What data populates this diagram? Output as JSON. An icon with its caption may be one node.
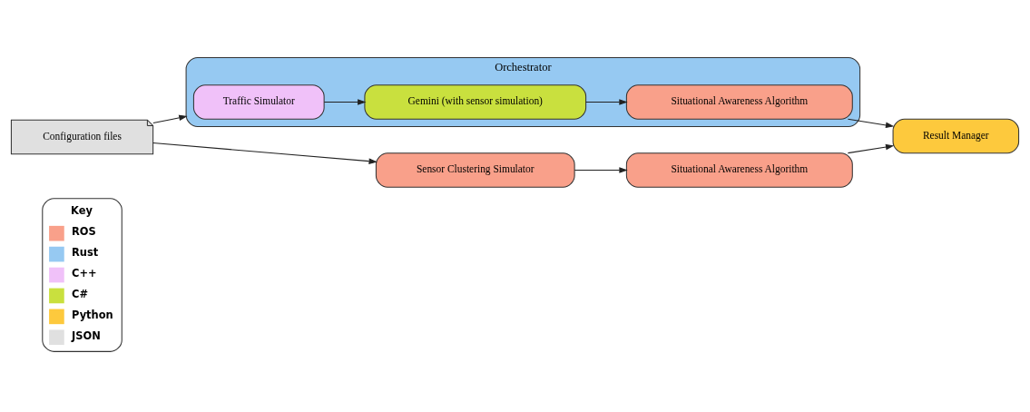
{
  "diagram": {
    "nodes": [
      {
        "text": [
          "Configuration files"
        ]
      },
      {
        "text": [
          "Orchestrator"
        ]
      },
      {
        "text": [
          "Traffic Simulator"
        ],
        "in": 1
      },
      {
        "text": [
          "Gemini (with sensor simulation)"
        ],
        "in": 1
      },
      {
        "text": [
          "Situational Awareness Algorithm"
        ],
        "in": 1
      },
      {
        "text": [
          "Result Manager"
        ]
      },
      {
        "text": [
          "Sensor Clustering Simulator"
        ]
      },
      {
        "text": [
          "Situational Awareness Algorithm"
        ]
      }
    ],
    "edges": [
      {
        "from": 0,
        "to": 1,
        "arrow": "to"
      },
      {
        "from": 0,
        "to": 6,
        "arrow": "to"
      },
      {
        "from": 2,
        "to": 3,
        "arrow": "to"
      },
      {
        "from": 3,
        "to": 4,
        "arrow": "to"
      },
      {
        "from": 4,
        "to": 5,
        "arrow": "to"
      },
      {
        "from": 6,
        "to": 7,
        "arrow": "to"
      },
      {
        "from": 7,
        "to": 5,
        "arrow": "to"
      }
    ],
    "labels": [
      "Key"
    ],
    "legend": [
      {
        "text": "ROS",
        "color": "#f9a08a"
      },
      {
        "text": "Rust",
        "color": "#96c9f2"
      },
      {
        "text": "C++",
        "color": "#f0c1f9"
      },
      {
        "text": "C#",
        "color": "#c9e03e"
      },
      {
        "text": "Python",
        "color": "#fdc93d"
      },
      {
        "text": "JSON",
        "color": "#e0e0e0"
      }
    ]
  }
}
